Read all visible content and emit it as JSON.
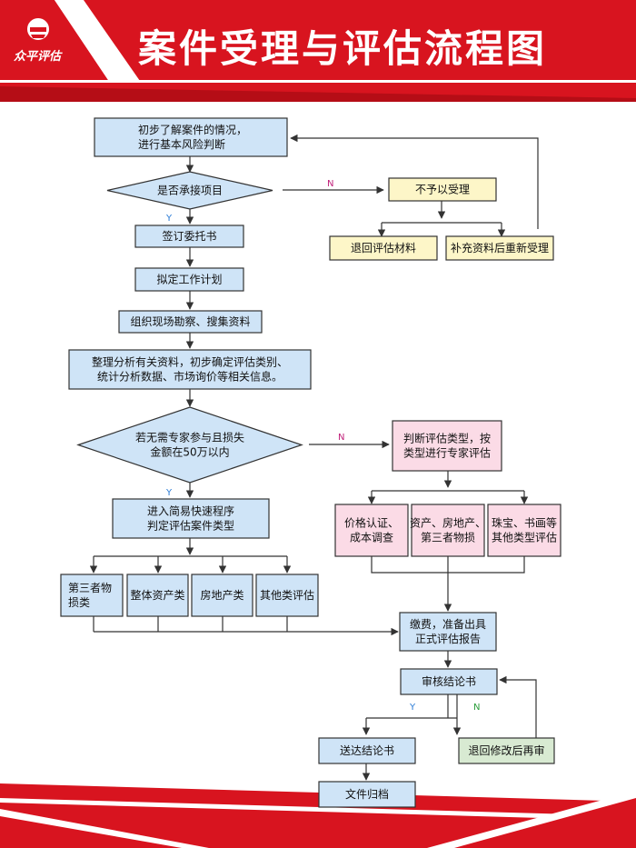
{
  "header": {
    "title": "案件受理与评估流程图",
    "logo_text": "众平评估"
  },
  "colors": {
    "brand_red": "#d8141f",
    "blue_fill": "#cfe4f7",
    "yellow_fill": "#fdf6c8",
    "pink_fill": "#fbdbe6",
    "green_fill": "#d8ead2",
    "stroke": "#333333"
  },
  "nodes": {
    "initial": [
      "初步了解案件的情况，",
      "进行基本风险判断"
    ],
    "accept_decision": [
      "是否承接项目"
    ],
    "reject": [
      "不予以受理"
    ],
    "return_materials": [
      "退回评估材料"
    ],
    "resubmit": [
      "补充资料后重新受理"
    ],
    "sign": [
      "签订委托书"
    ],
    "plan": [
      "拟定工作计划"
    ],
    "survey": [
      "组织现场勘察、搜集资料"
    ],
    "analyze": [
      "整理分析有关资料，初步确定评估类别、",
      "统计分析数据、市场询价等相关信息。"
    ],
    "expert_decision": [
      "若无需专家参与且损失",
      "金额在50万以内"
    ],
    "expert_type": [
      "判断评估类型，按",
      "类型进行专家评估"
    ],
    "price_cost": [
      "价格认证、",
      "成本调查"
    ],
    "asset_property": [
      "资产、房地产、",
      "第三者物损"
    ],
    "jewelry_art": [
      "珠宝、书画等",
      "其他类型评估"
    ],
    "simple_procedure": [
      "进入简易快速程序",
      "判定评估案件类型"
    ],
    "third_party": [
      "第三者物",
      "损类"
    ],
    "whole_asset": [
      "整体资产类"
    ],
    "real_estate": [
      "房地产类"
    ],
    "other_eval": [
      "其他类评估"
    ],
    "fee_report": [
      "缴费，准备出具",
      "正式评估报告"
    ],
    "review": [
      "审核结论书"
    ],
    "deliver": [
      "送达结论书"
    ],
    "return_modify": [
      "退回修改后再审"
    ],
    "archive": [
      "文件归档"
    ]
  },
  "edge_labels": {
    "accept_no": "N",
    "accept_yes": "Y",
    "expert_no": "N",
    "expert_yes": "Y",
    "review_yes": "Y",
    "review_no": "N"
  }
}
